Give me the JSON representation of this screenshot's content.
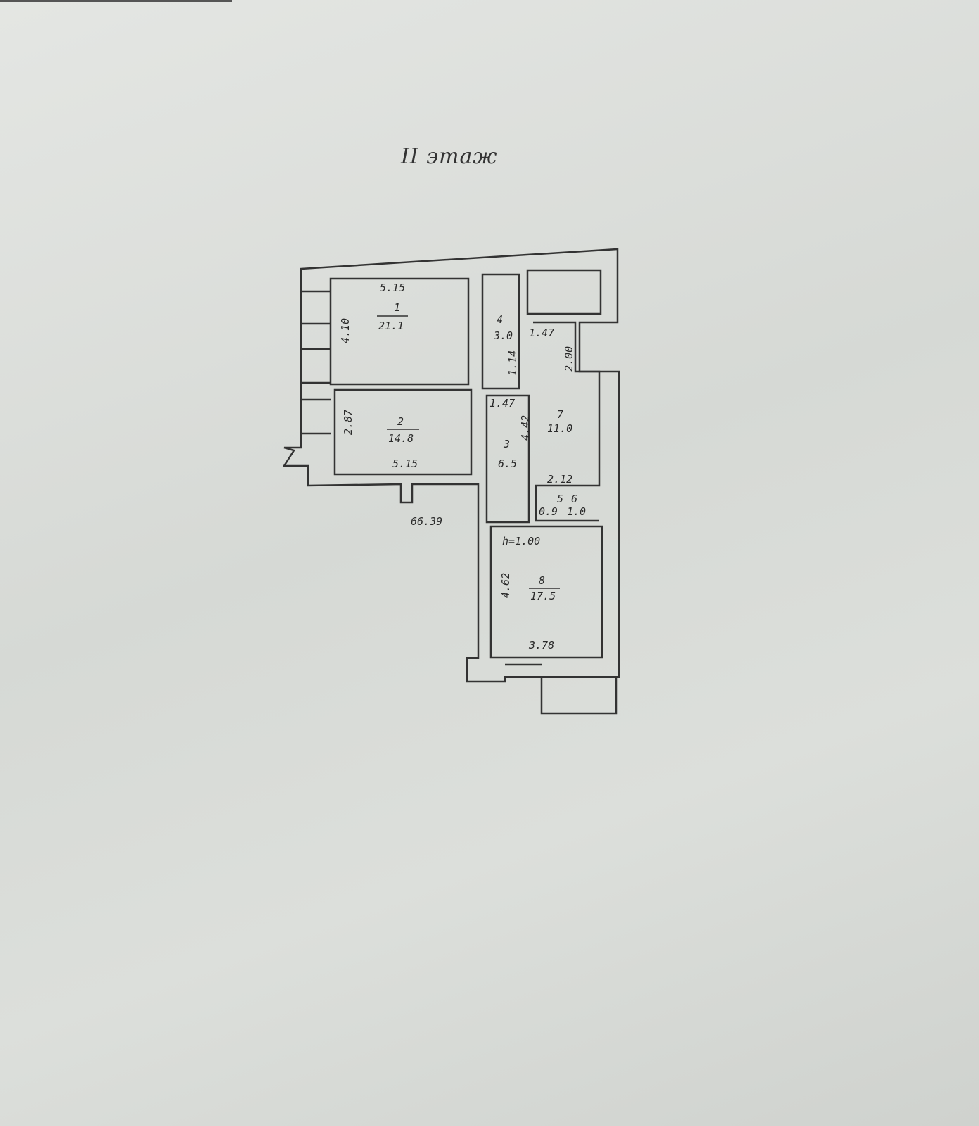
{
  "title": "II этаж",
  "rooms": [
    {
      "number": "1",
      "area": "21.1",
      "dims": [
        "5.15",
        "4.10"
      ]
    },
    {
      "number": "2",
      "area": "14.8",
      "dims": [
        "5.15",
        "2.87"
      ]
    },
    {
      "number": "4",
      "area": "3.0",
      "dims": [
        "1.14"
      ]
    },
    {
      "number": "3",
      "area": "6.5",
      "dims": [
        "1.47",
        "4.42"
      ]
    },
    {
      "number": "7",
      "area": "11.0",
      "dims": [
        "1.47",
        "2.00",
        "2.12"
      ]
    },
    {
      "number": "5",
      "area": "0.9"
    },
    {
      "number": "6",
      "area": "1.0"
    },
    {
      "number": "8",
      "area": "17.5",
      "dims": [
        "3.78",
        "4.62"
      ],
      "height_note": "h=1.00"
    }
  ],
  "total_area": "66.39"
}
